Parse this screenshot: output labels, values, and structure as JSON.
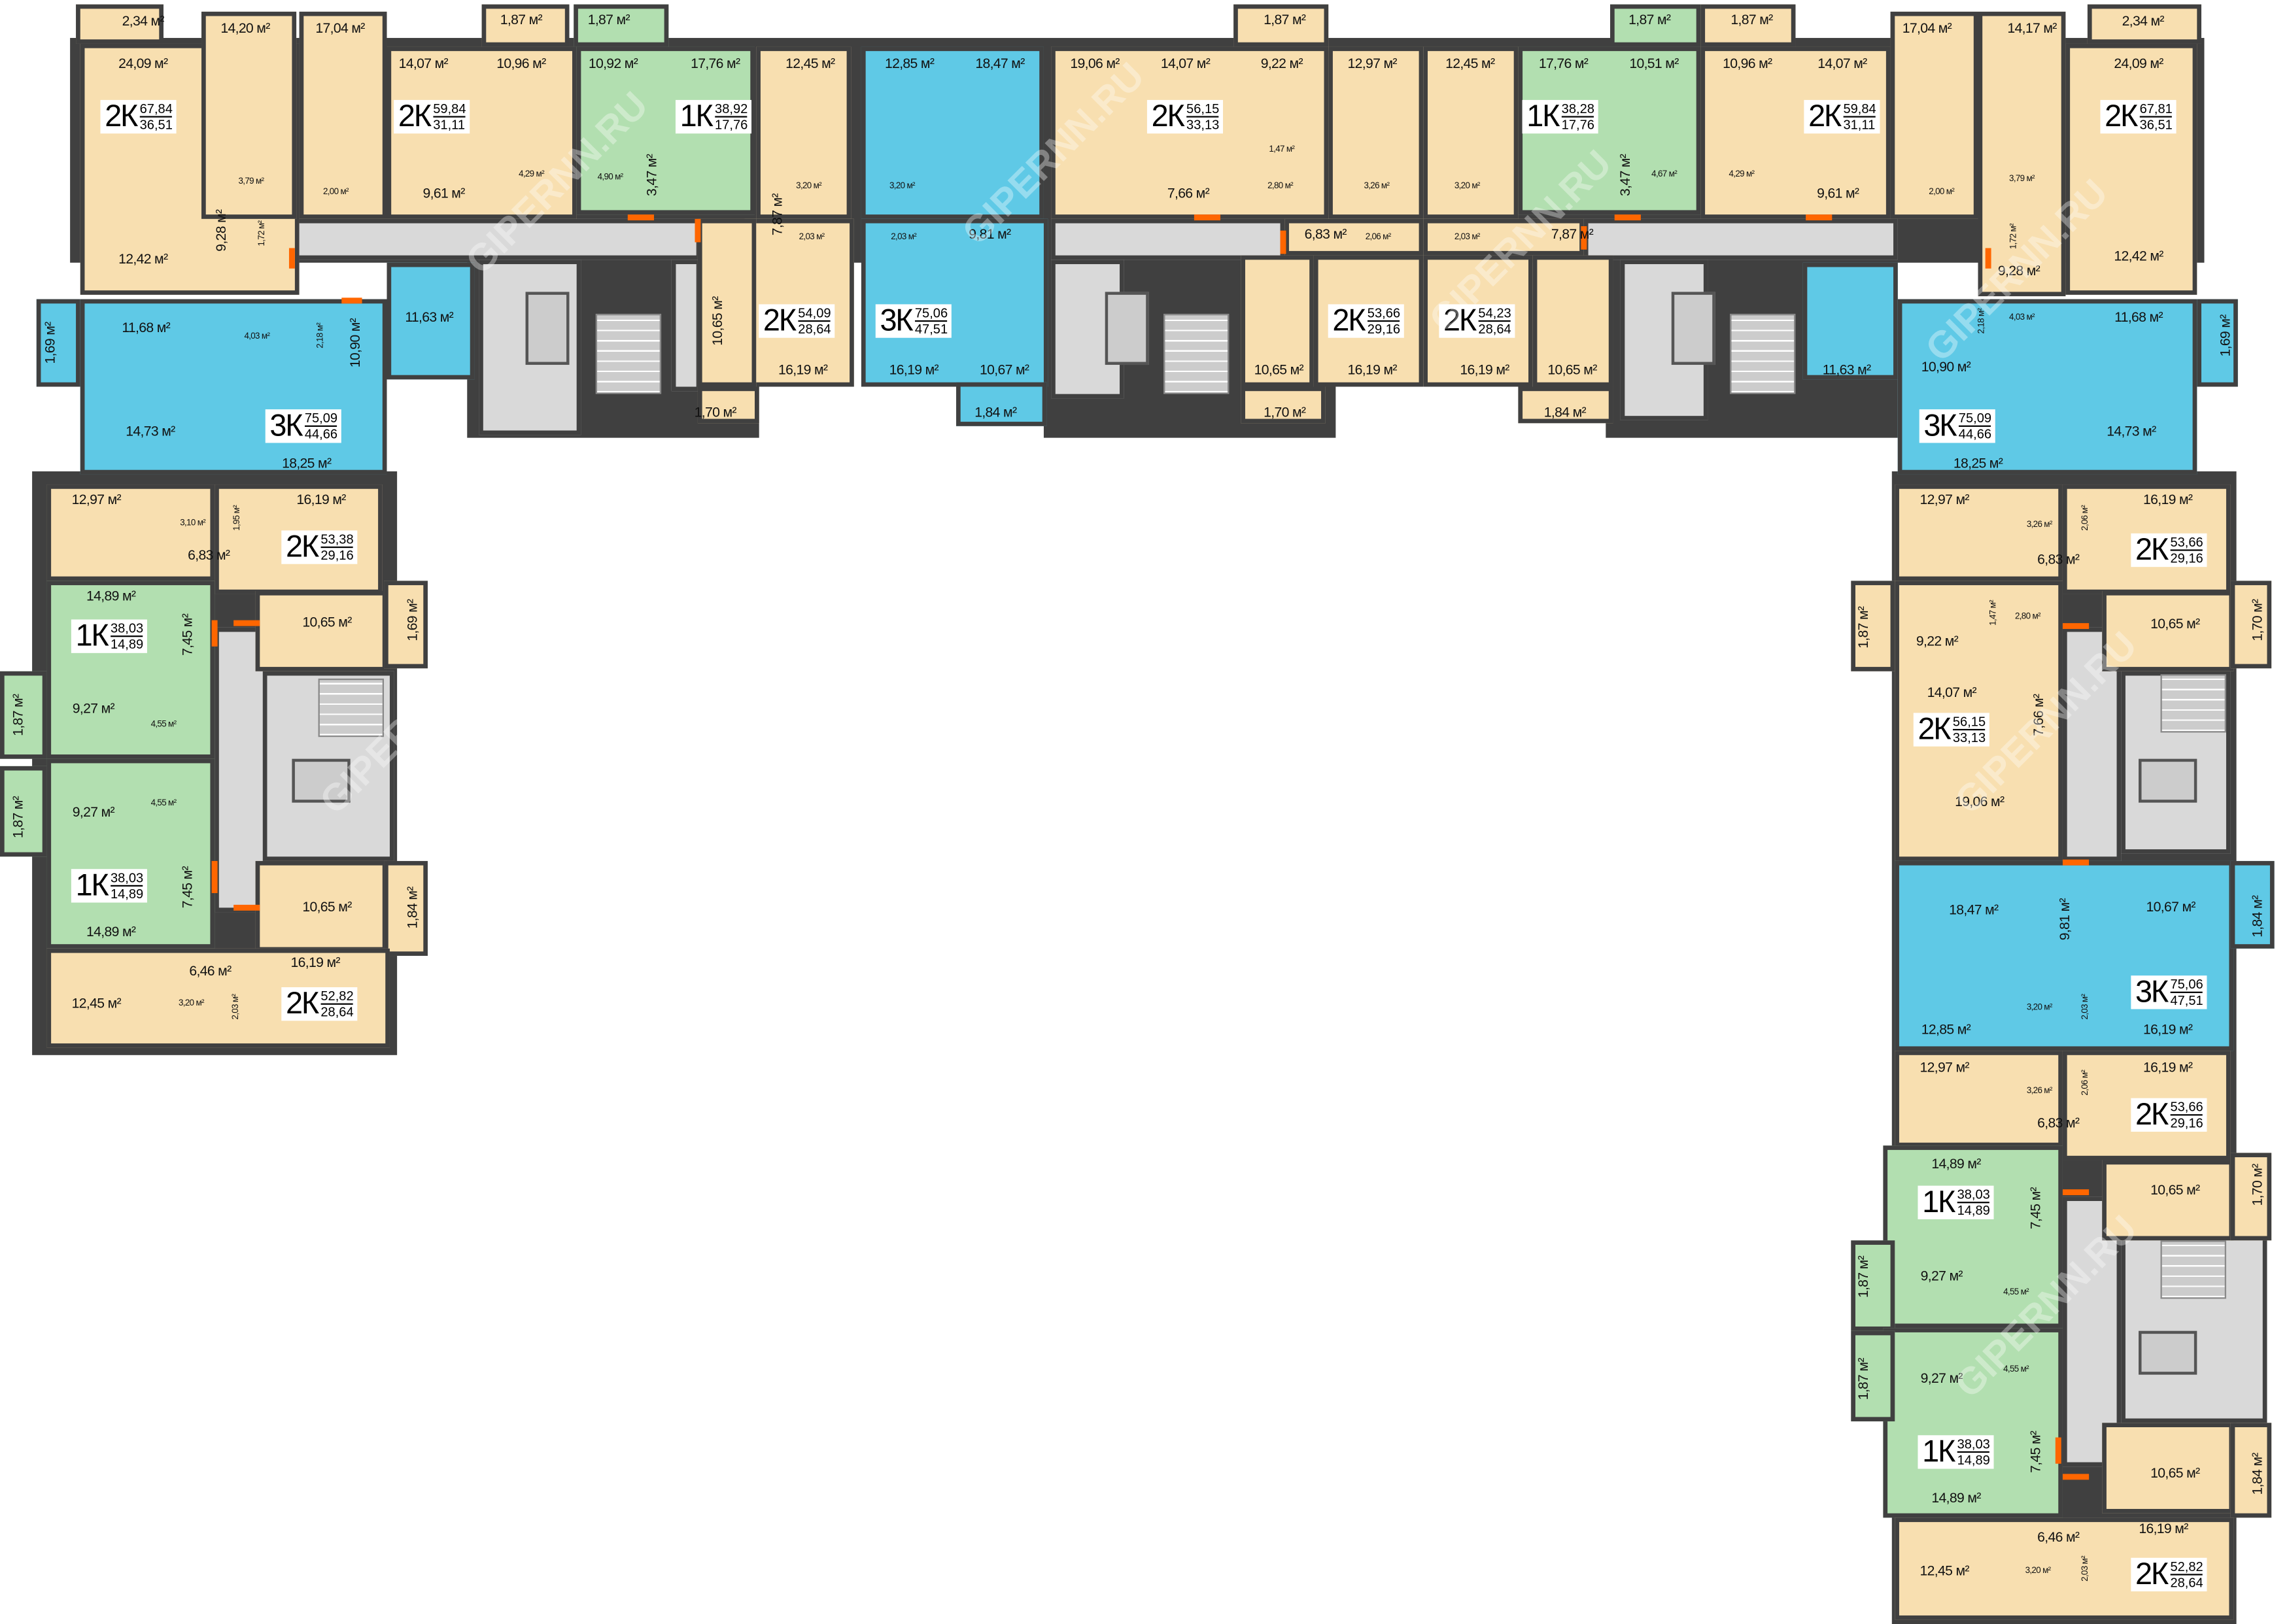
{
  "unit": "м²",
  "watermark": "GIPERNN.RU",
  "colors": {
    "one_room": "#B2DFB0",
    "two_room": "#F8DFB0",
    "three_room": "#5FC9E6",
    "common": "#D9D9D9",
    "walls": "#404040",
    "doors": "#FF6600"
  },
  "apartments": [
    {
      "type": "2К",
      "total": "67,84",
      "living": "36,51"
    },
    {
      "type": "2К",
      "total": "59,84",
      "living": "31,11"
    },
    {
      "type": "1К",
      "total": "38,92",
      "living": "17,76"
    },
    {
      "type": "2К",
      "total": "54,09",
      "living": "28,64"
    },
    {
      "type": "3К",
      "total": "75,06",
      "living": "47,51"
    },
    {
      "type": "2К",
      "total": "56,15",
      "living": "33,13"
    },
    {
      "type": "1К",
      "total": "38,28",
      "living": "17,76"
    },
    {
      "type": "2К",
      "total": "59,84",
      "living": "31,11"
    },
    {
      "type": "2К",
      "total": "67,81",
      "living": "36,51"
    },
    {
      "type": "2К",
      "total": "53,66",
      "living": "29,16"
    },
    {
      "type": "2К",
      "total": "54,23",
      "living": "28,64"
    },
    {
      "type": "3К",
      "total": "75,09",
      "living": "44,66"
    },
    {
      "type": "3К",
      "total": "75,09",
      "living": "44,66"
    },
    {
      "type": "2К",
      "total": "53,38",
      "living": "29,16"
    },
    {
      "type": "1К",
      "total": "38,03",
      "living": "14,89"
    },
    {
      "type": "1К",
      "total": "38,03",
      "living": "14,89"
    },
    {
      "type": "2К",
      "total": "52,82",
      "living": "28,64"
    },
    {
      "type": "2К",
      "total": "53,66",
      "living": "29,16"
    },
    {
      "type": "2К",
      "total": "56,15",
      "living": "33,13"
    },
    {
      "type": "3К",
      "total": "75,06",
      "living": "47,51"
    },
    {
      "type": "2К",
      "total": "53,66",
      "living": "29,16"
    },
    {
      "type": "1К",
      "total": "38,03",
      "living": "14,89"
    },
    {
      "type": "1К",
      "total": "38,03",
      "living": "14,89"
    },
    {
      "type": "2К",
      "total": "52,82",
      "living": "28,64"
    }
  ],
  "rooms": [
    "2,34",
    "14,20",
    "17,04",
    "1,87",
    "1,87",
    "24,09",
    "14,07",
    "10,96",
    "10,92",
    "17,76",
    "12,45",
    "12,85",
    "18,47",
    "19,06",
    "14,07",
    "1,87",
    "9,22",
    "12,97",
    "12,45",
    "17,76",
    "1,87",
    "10,51",
    "1,87",
    "10,96",
    "14,07",
    "17,04",
    "14,17",
    "2,34",
    "24,09",
    "3,79",
    "2,00",
    "9,61",
    "4,29",
    "4,90",
    "3,47",
    "9,28",
    "1,72",
    "12,42",
    "3,20",
    "3,20",
    "7,87",
    "2,03",
    "2,03",
    "9,81",
    "7,66",
    "1,47",
    "2,80",
    "6,83",
    "3,26",
    "2,06",
    "3,20",
    "2,03",
    "7,87",
    "3,47",
    "4,67",
    "4,29",
    "9,61",
    "2,00",
    "3,79",
    "1,72",
    "9,28",
    "12,42",
    "1,69",
    "11,68",
    "4,03",
    "2,18",
    "10,90",
    "11,63",
    "14,73",
    "18,25",
    "10,65",
    "1,70",
    "16,19",
    "16,19",
    "10,67",
    "1,84",
    "10,65",
    "1,70",
    "16,19",
    "16,19",
    "10,65",
    "1,84",
    "11,63",
    "10,90",
    "1,69",
    "11,68",
    "4,03",
    "2,18",
    "14,73",
    "18,25",
    "12,97",
    "3,10",
    "1,95",
    "16,19",
    "6,83",
    "14,89",
    "10,65",
    "1,69",
    "7,45",
    "9,27",
    "1,87",
    "4,55",
    "4,55",
    "9,27",
    "1,87",
    "7,45",
    "14,89",
    "10,65",
    "1,84",
    "6,46",
    "16,19",
    "12,45",
    "3,20",
    "2,03",
    "12,97",
    "3,26",
    "2,06",
    "16,19",
    "6,83",
    "1,87",
    "9,22",
    "1,47",
    "2,80",
    "10,65",
    "1,70",
    "14,07",
    "7,66",
    "19,06",
    "18,47",
    "9,81",
    "10,67",
    "1,84",
    "12,85",
    "3,20",
    "2,03",
    "16,19",
    "12,97",
    "3,26",
    "2,06",
    "16,19",
    "6,83",
    "14,89",
    "7,45",
    "10,65",
    "1,70",
    "1,87",
    "9,27",
    "4,55",
    "4,55",
    "1,87",
    "9,27",
    "7,45",
    "14,89",
    "10,65",
    "1,84",
    "6,46",
    "16,19",
    "12,45",
    "3,20",
    "2,03"
  ]
}
